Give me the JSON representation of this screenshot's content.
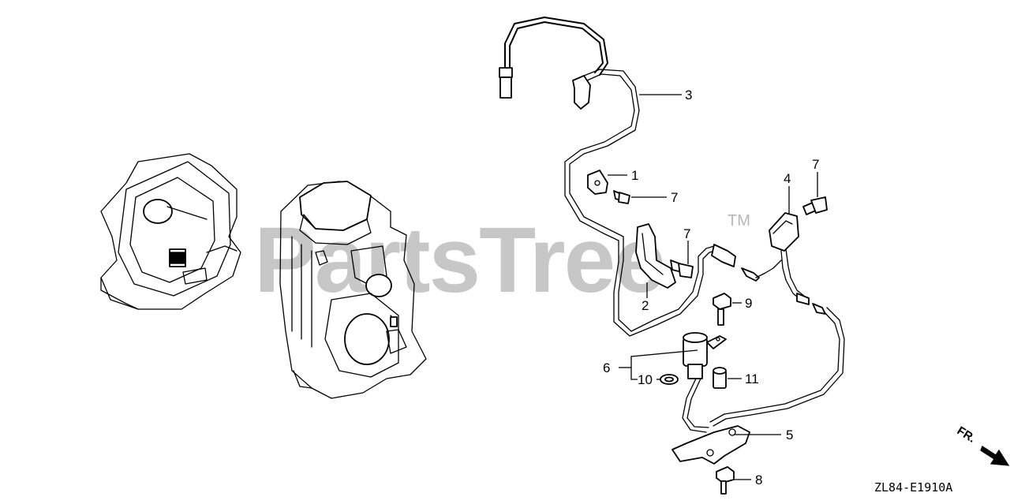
{
  "watermark": {
    "text": "PartsTree",
    "trademark": "TM"
  },
  "diagram_code": "ZL84-E1910A",
  "direction_label": "FR.",
  "callouts": [
    {
      "id": "c1",
      "label": "1"
    },
    {
      "id": "c2",
      "label": "2"
    },
    {
      "id": "c3",
      "label": "3"
    },
    {
      "id": "c4",
      "label": "4"
    },
    {
      "id": "c5",
      "label": "5"
    },
    {
      "id": "c6",
      "label": "6"
    },
    {
      "id": "c7a",
      "label": "7"
    },
    {
      "id": "c7b",
      "label": "7"
    },
    {
      "id": "c7c",
      "label": "7"
    },
    {
      "id": "c8",
      "label": "8"
    },
    {
      "id": "c9",
      "label": "9"
    },
    {
      "id": "c10",
      "label": "10"
    },
    {
      "id": "c11",
      "label": "11"
    }
  ],
  "colors": {
    "line": "#000000",
    "watermark": "#9a9a9a",
    "background": "#ffffff"
  }
}
